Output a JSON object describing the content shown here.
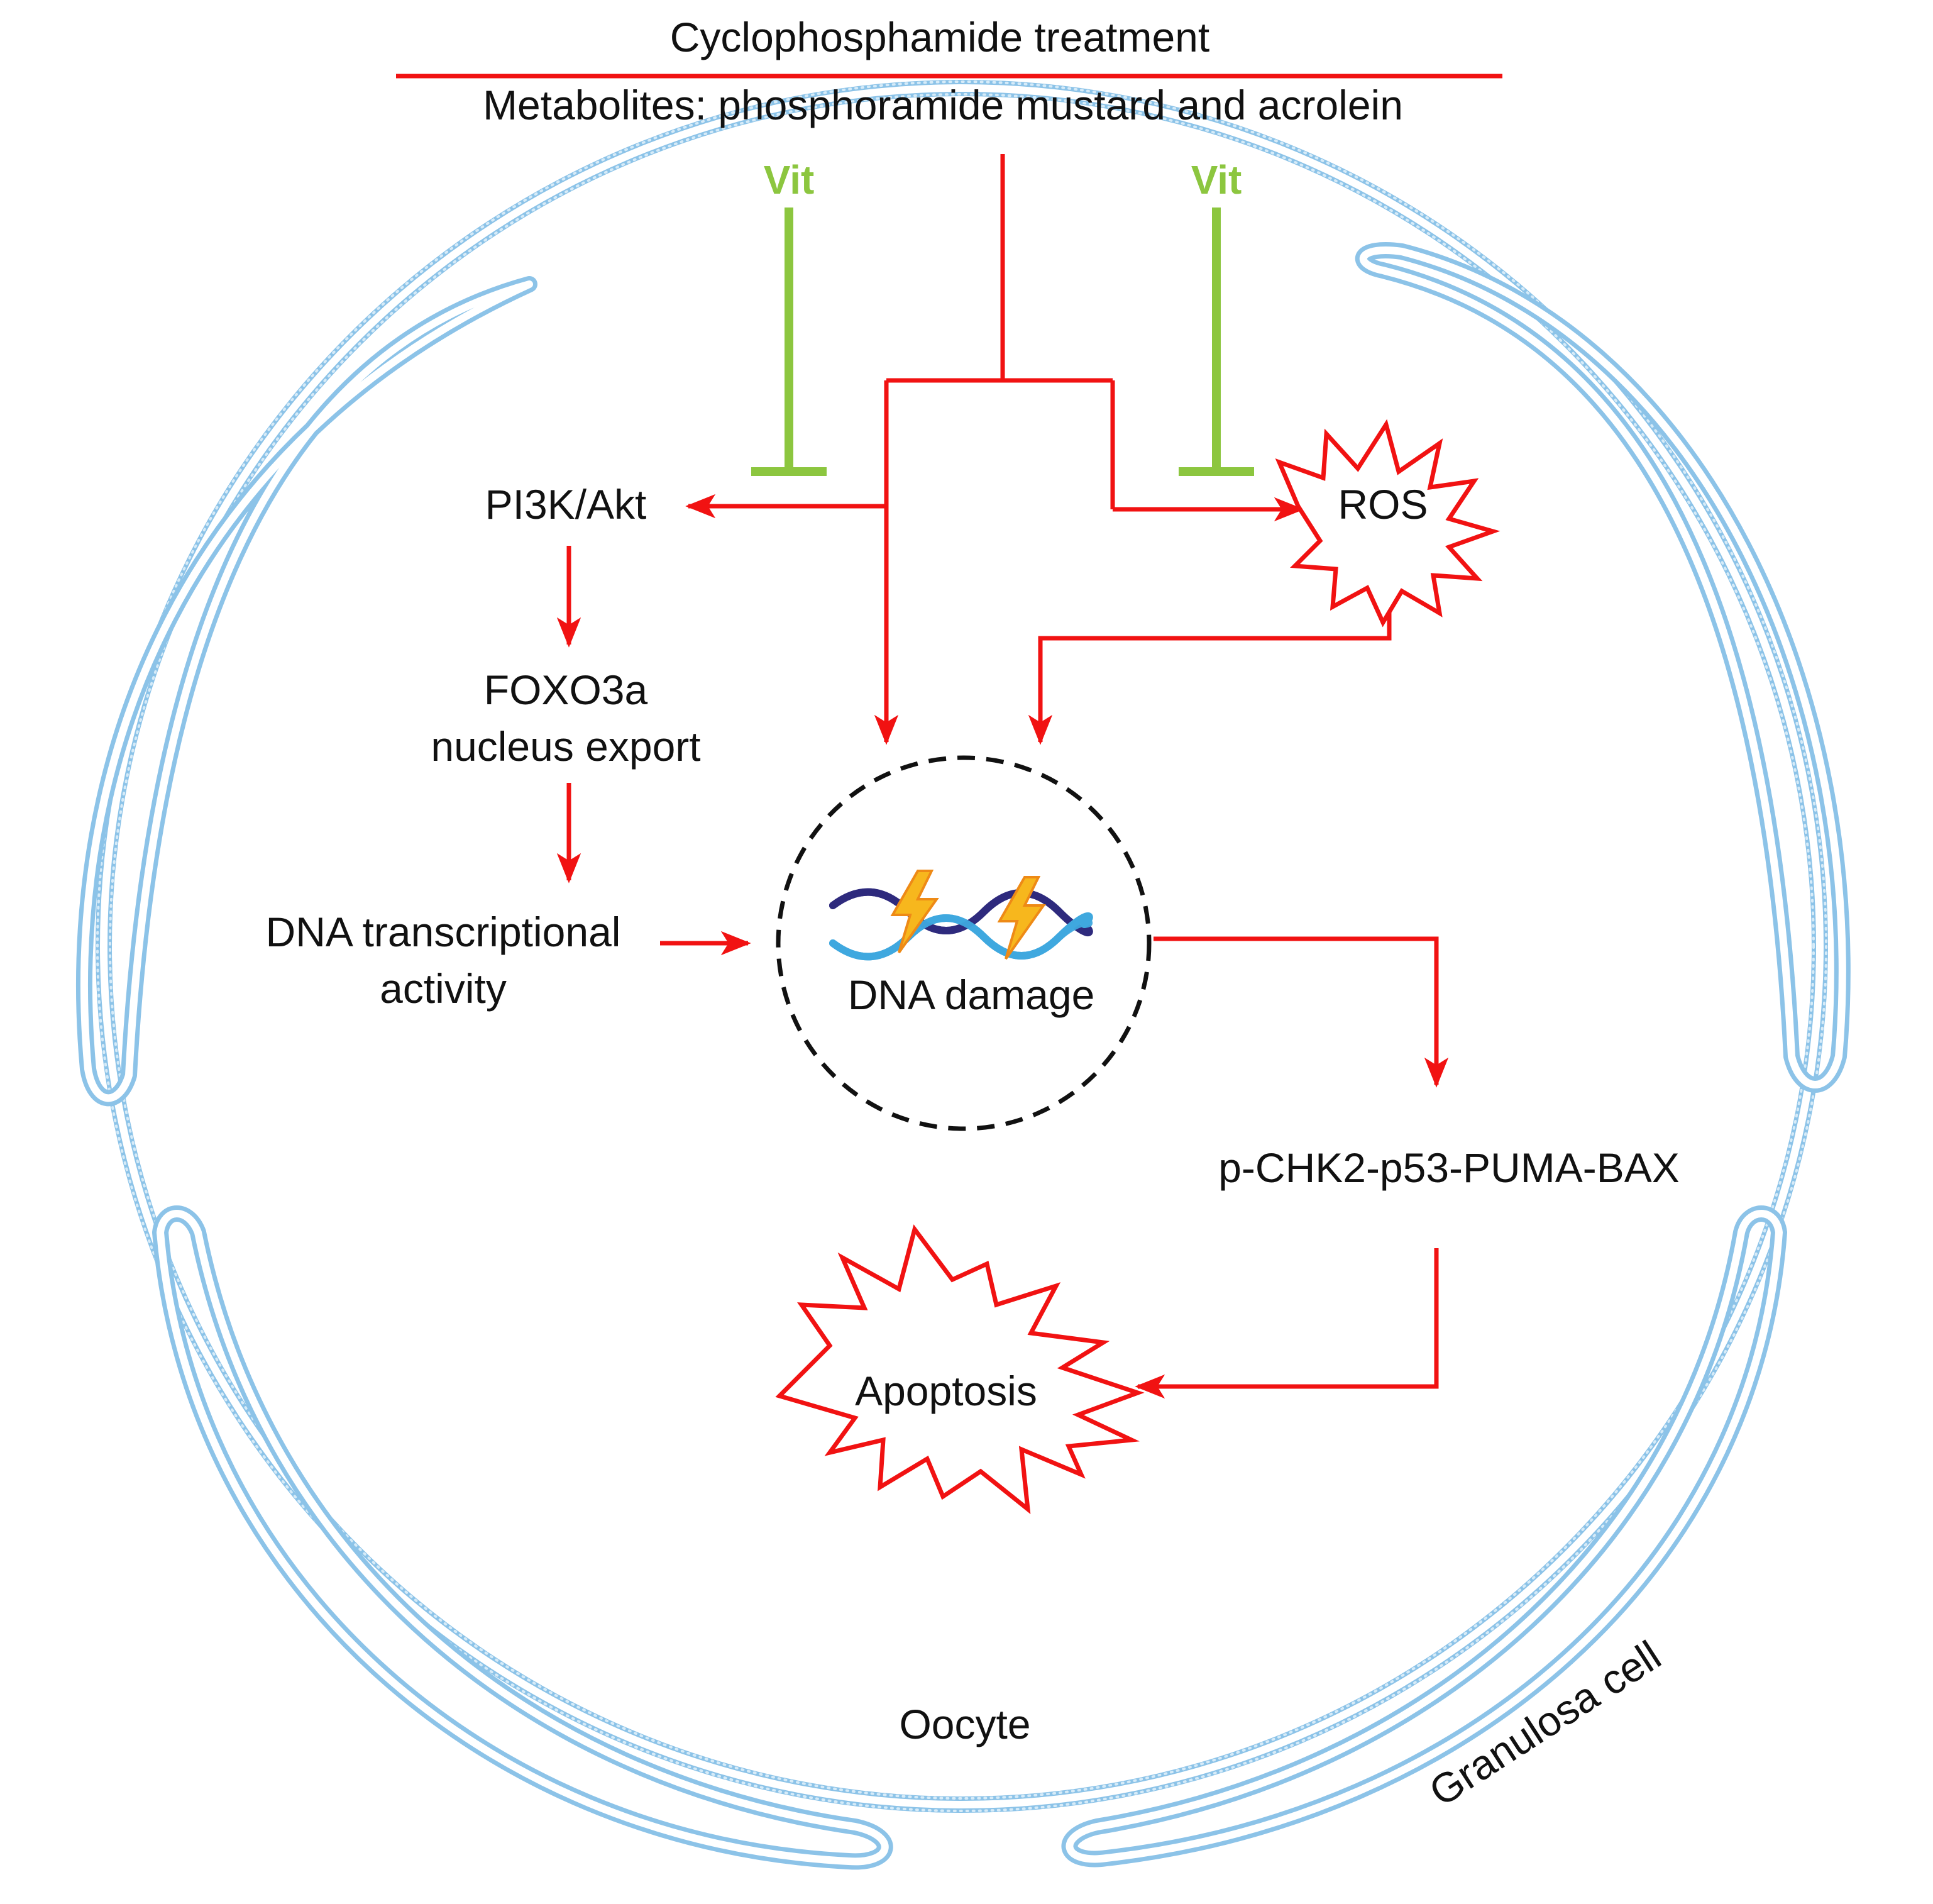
{
  "title": "Cyclophosphamide treatment",
  "subtitle": "Metabolites: phosphoramide mustard and acrolein",
  "inhibitor_left": "Vit",
  "inhibitor_right": "Vit",
  "nodes": {
    "pi3k": "PI3K/Akt",
    "foxo_line1": "FOXO3a",
    "foxo_line2": "nucleus export",
    "dna_tx_line1": "DNA transcriptional",
    "dna_tx_line2": "activity",
    "ros": "ROS",
    "dna_damage": "DNA damage",
    "pathway": "p-CHK2-p53-PUMA-BAX",
    "apoptosis": "Apoptosis"
  },
  "cells": {
    "oocyte": "Oocyte",
    "granulosa": "Granulosa cell"
  },
  "colors": {
    "arrow_red": "#f11212",
    "inhibitor_green": "#8cc63f",
    "membrane_blue": "#8cc3e8",
    "membrane_light": "#d6ebf8",
    "text": "#111111"
  },
  "icons": {
    "dna": "dna-helix-icon",
    "lightning": "lightning-bolt-icon",
    "starburst": "starburst-shape"
  }
}
